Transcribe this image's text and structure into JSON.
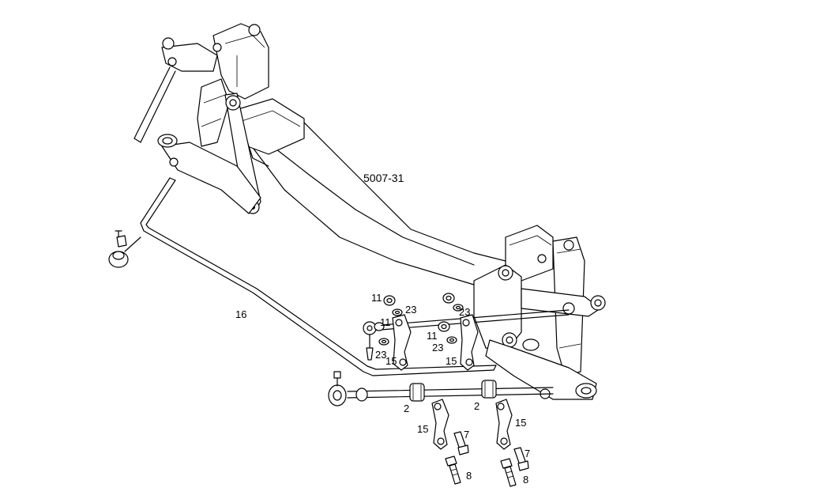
{
  "diagram": {
    "ref_code": "5007-31",
    "part_numbers": {
      "stabilizer_bar": "16",
      "bushing_left": "2",
      "bushing_right": "2",
      "bracket_lower_left": "15",
      "bracket_lower_right": "15",
      "bracket_upper_left": "15",
      "bracket_upper_right": "15",
      "screw_left": "7",
      "screw_right": "7",
      "bolt_left": "8",
      "bolt_right": "8",
      "nut_a": "11",
      "nut_b": "11",
      "nut_c": "11",
      "washer_a": "23",
      "washer_b": "23",
      "washer_c": "23",
      "washer_d": "23"
    }
  }
}
